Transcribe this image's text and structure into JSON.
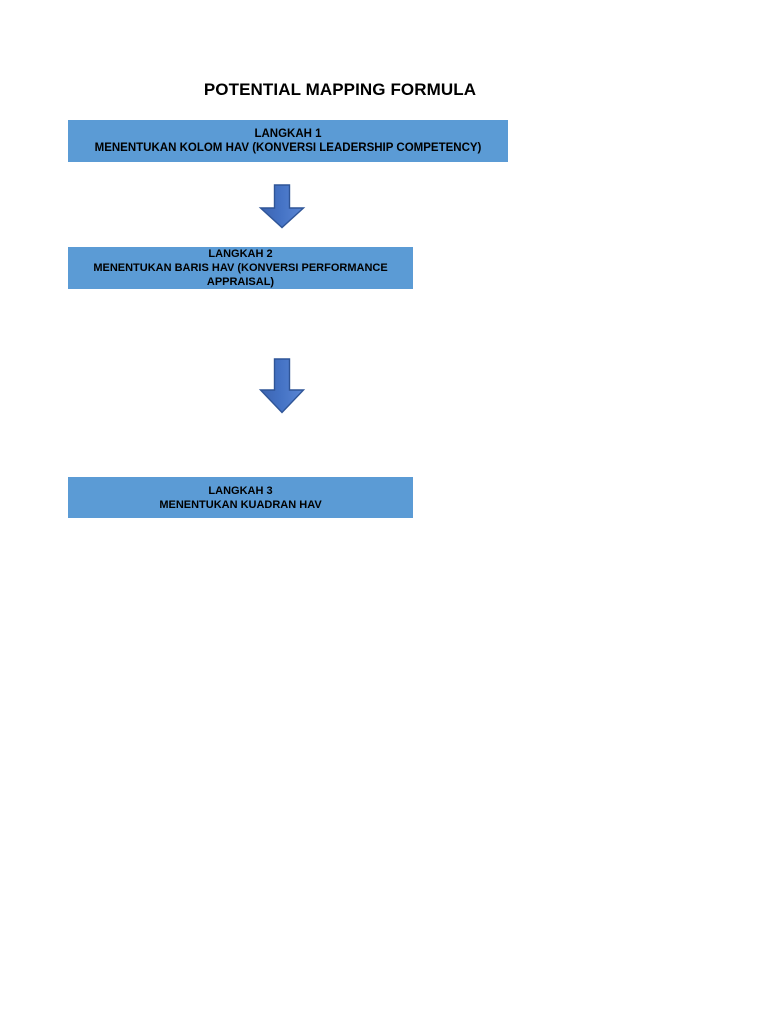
{
  "document": {
    "title": "POTENTIAL MAPPING FORMULA",
    "background_color": "#FFFFFF"
  },
  "theme": {
    "box_fill": "#5B9BD5",
    "arrow_fill": "#4472C4",
    "arrow_fill_light": "#5B84D0",
    "arrow_stroke": "#2F5597",
    "text_color": "#000000"
  },
  "flow": {
    "steps": [
      {
        "heading": "LANGKAH 1",
        "body": "MENENTUKAN KOLOM HAV (KONVERSI LEADERSHIP COMPETENCY)"
      },
      {
        "heading": "LANGKAH 2",
        "body": "MENENTUKAN BARIS HAV (KONVERSI PERFORMANCE APPRAISAL)"
      },
      {
        "heading": "LANGKAH 3",
        "body": "MENENTUKAN KUADRAN HAV"
      }
    ],
    "connectors": [
      {
        "icon": "arrow-down-icon"
      },
      {
        "icon": "arrow-down-icon"
      }
    ]
  }
}
